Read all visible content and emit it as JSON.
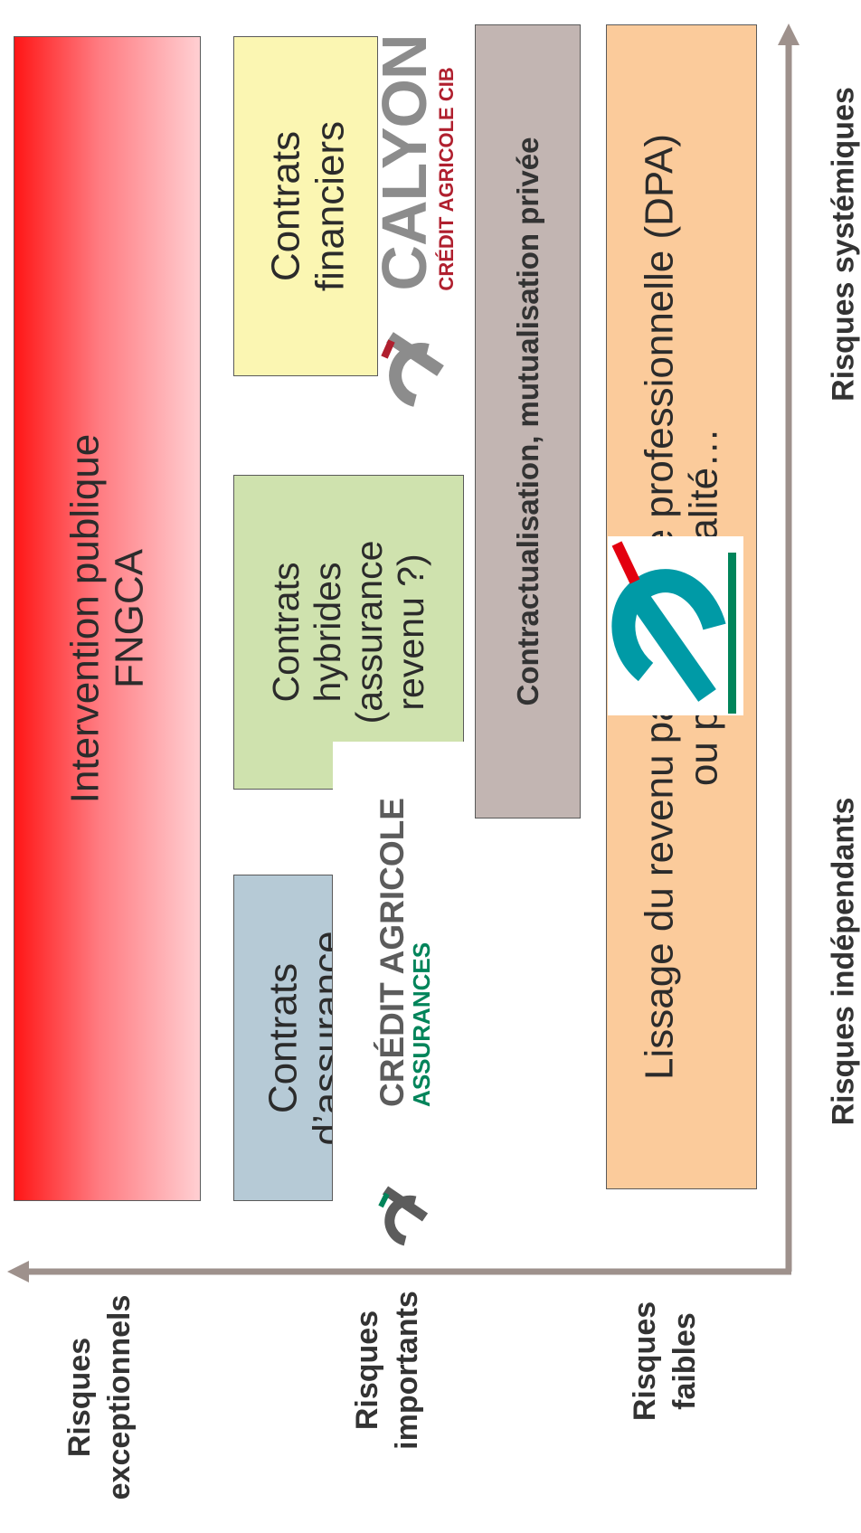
{
  "boxes": {
    "fngca": {
      "line1": "Intervention publique",
      "line2": "FNGCA",
      "color_from": "#ff1616",
      "color_to": "#ffcfd2"
    },
    "assurance": {
      "line1": "Contrats",
      "line2": "d’assurance",
      "color": "#b6cad6"
    },
    "hybrides": {
      "line1": "Contrats",
      "line2": "hybrides",
      "line3": "(assurance",
      "line4": "revenu ?)",
      "color": "#cfe2ae"
    },
    "financiers": {
      "line1": "Contrats",
      "line2": "financiers",
      "color": "#fbf6b2"
    },
    "contractualisation": {
      "text": "Contractualisation, mutualisation privée",
      "color": "#c2b5b2"
    },
    "lissage": {
      "line1": "Lissage du revenu par épargne professionnelle (DPA)",
      "line2": "ou privée, fiscalité…",
      "color": "#fbcb9b"
    }
  },
  "logos": {
    "calyon": {
      "name": "CALYON",
      "subtitle": "CRÉDIT AGRICOLE CIB",
      "brand_color": "#b01f2e",
      "icon": "credit-agricole-logo"
    },
    "ca_assurances": {
      "name": "CRÉDIT AGRICOLE",
      "subtitle": "ASSURANCES",
      "green": "#00845a",
      "icon": "credit-agricole-logo"
    },
    "ca_symbol": {
      "icon": "credit-agricole-logo",
      "teal": "#009aa6",
      "red": "#e3000f",
      "green": "#00845a"
    }
  },
  "axes": {
    "vertical_label_top": "Risques systémiques",
    "vertical_label_bottom": "Risques indépendants",
    "horizontal_labels": [
      {
        "line1": "Risques",
        "line2": "exceptionnels"
      },
      {
        "line1": "Risques",
        "line2": "importants"
      },
      {
        "line1": "Risques",
        "line2": "faibles"
      }
    ],
    "axis_color": "#9e918c"
  }
}
